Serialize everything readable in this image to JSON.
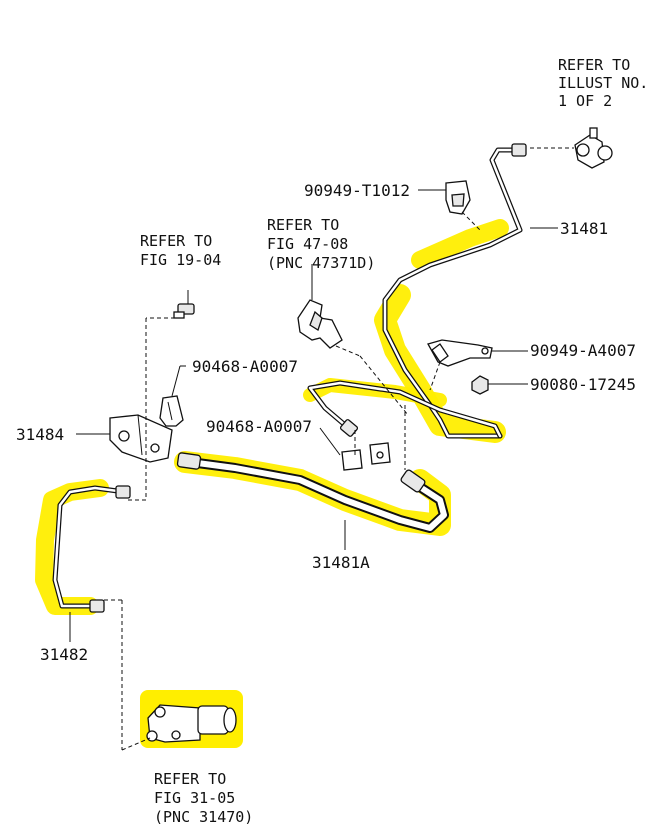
{
  "colors": {
    "highlight": "#ffee00",
    "ink": "#111111"
  },
  "labels": {
    "p31481": "31481",
    "p31481a": "31481A",
    "p31482": "31482",
    "p31484": "31484",
    "p90949_t1012": "90949-T1012",
    "p90949_a4007": "90949-A4007",
    "p90080_17245": "90080-17245",
    "p90468_a0007_top": "90468-A0007",
    "p90468_a0007_mid": "90468-A0007"
  },
  "refs": {
    "illust": {
      "line1": "REFER TO",
      "line2": "ILLUST NO.",
      "line3": "1 OF 2"
    },
    "fig19": {
      "line1": "REFER TO",
      "line2": "FIG 19-04"
    },
    "fig47": {
      "line1": "REFER TO",
      "line2": "FIG 47-08",
      "line3": "(PNC 47371D)"
    },
    "fig31": {
      "line1": "REFER TO",
      "line2": "FIG 31-05",
      "line3": "(PNC 31470)"
    }
  }
}
